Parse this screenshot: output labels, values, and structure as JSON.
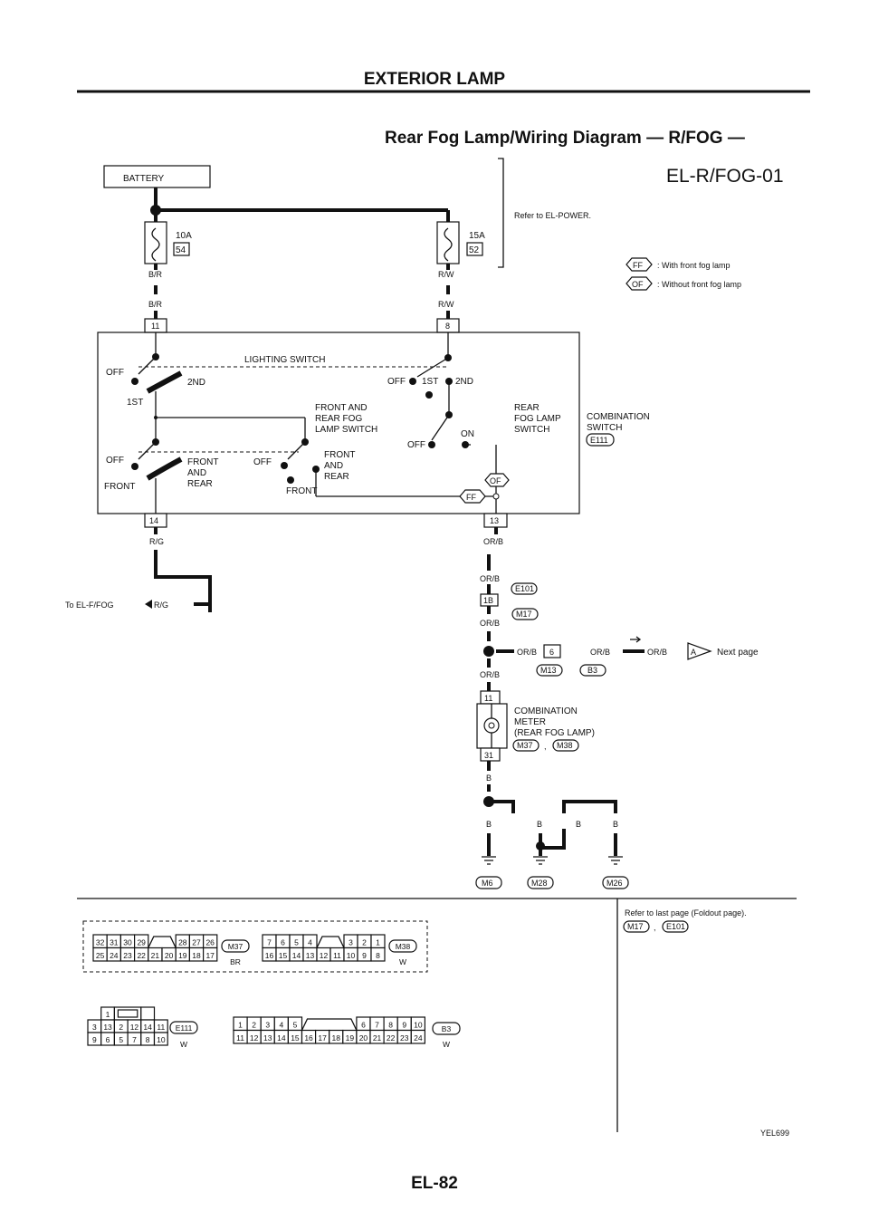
{
  "header": {
    "section": "EXTERIOR LAMP",
    "subtitle": "Rear Fog Lamp/Wiring Diagram — R/FOG —",
    "diagram_id": "EL-R/FOG-01"
  },
  "power": {
    "battery": "BATTERY",
    "fuse_left": {
      "rating": "10A",
      "number": "54"
    },
    "fuse_right": {
      "rating": "15A",
      "number": "52"
    },
    "refer": "Refer to EL-POWER.",
    "wire_left": "B/R",
    "wire_right": "R/W",
    "pin_left": "11",
    "pin_right": "8"
  },
  "legend": [
    {
      "code": "FF",
      "text": ": With front fog lamp"
    },
    {
      "code": "OF",
      "text": ": Without front fog lamp"
    }
  ],
  "switch": {
    "lighting": "LIGHTING SWITCH",
    "off": "OFF",
    "first": "1ST",
    "second": "2ND",
    "front": "FRONT",
    "front_and": "FRONT",
    "and": "AND",
    "rear": "REAR",
    "fr_sw": [
      "FRONT AND",
      "REAR FOG",
      "LAMP SWITCH"
    ],
    "rear_sw": [
      "REAR",
      "FOG LAMP",
      "SWITCH"
    ],
    "on": "ON",
    "ff": "FF",
    "of": "OF",
    "combo": [
      "COMBINATION",
      "SWITCH"
    ],
    "combo_conn": "E111",
    "pin_bottom_left": "14",
    "pin_bottom_right": "13"
  },
  "left_branch": {
    "wire": "R/G",
    "to": "To EL-F/FOG",
    "wire2": "R/G"
  },
  "right_branch": {
    "wire": "OR/B",
    "joint_pin": "1B",
    "conn_top": "E101",
    "conn_bottom": "M17",
    "pin6": "6",
    "conn_m13": "M13",
    "conn_b3": "B3",
    "next_marker": "A",
    "next_page": "Next page",
    "meter_pin_top": "11",
    "meter": [
      "COMBINATION",
      "METER",
      "(REAR FOG LAMP)"
    ],
    "meter_conn1": "M37",
    "meter_conn_sep": ",",
    "meter_conn2": "M38",
    "meter_pin_bottom": "31",
    "ground_wire": "B",
    "grounds": [
      "M6",
      "M28",
      "M26"
    ]
  },
  "refer_box": {
    "text": "Refer to last page (Foldout page).",
    "conn1": "M17",
    "sep": ",",
    "conn2": "E101"
  },
  "connectors": {
    "m37": {
      "id": "M37",
      "color": "BR",
      "top": [
        "32",
        "31",
        "30",
        "29",
        "",
        "",
        "28",
        "27",
        "26"
      ],
      "bottom": [
        "25",
        "24",
        "23",
        "22",
        "21",
        "20",
        "19",
        "18",
        "17"
      ]
    },
    "m38": {
      "id": "M38",
      "color": "W",
      "top": [
        "7",
        "6",
        "5",
        "4",
        "",
        "",
        "3",
        "2",
        "1"
      ],
      "bottom": [
        "16",
        "15",
        "14",
        "13",
        "12",
        "11",
        "10",
        "9",
        "8"
      ]
    },
    "e111": {
      "id": "E111",
      "color": "W",
      "row0": [
        "1"
      ],
      "top": [
        "3",
        "13",
        "2",
        "12",
        "14",
        "11"
      ],
      "bottom": [
        "9",
        "6",
        "5",
        "7",
        "8",
        "10"
      ]
    },
    "b3": {
      "id": "B3",
      "color": "W",
      "top": [
        "1",
        "2",
        "3",
        "4",
        "5",
        "",
        "",
        "",
        "",
        "6",
        "7",
        "8",
        "9",
        "10"
      ],
      "bottom": [
        "11",
        "12",
        "13",
        "14",
        "15",
        "16",
        "17",
        "18",
        "19",
        "20",
        "21",
        "22",
        "23",
        "24"
      ]
    }
  },
  "footer": {
    "code": "YEL699",
    "page": "EL-82"
  }
}
